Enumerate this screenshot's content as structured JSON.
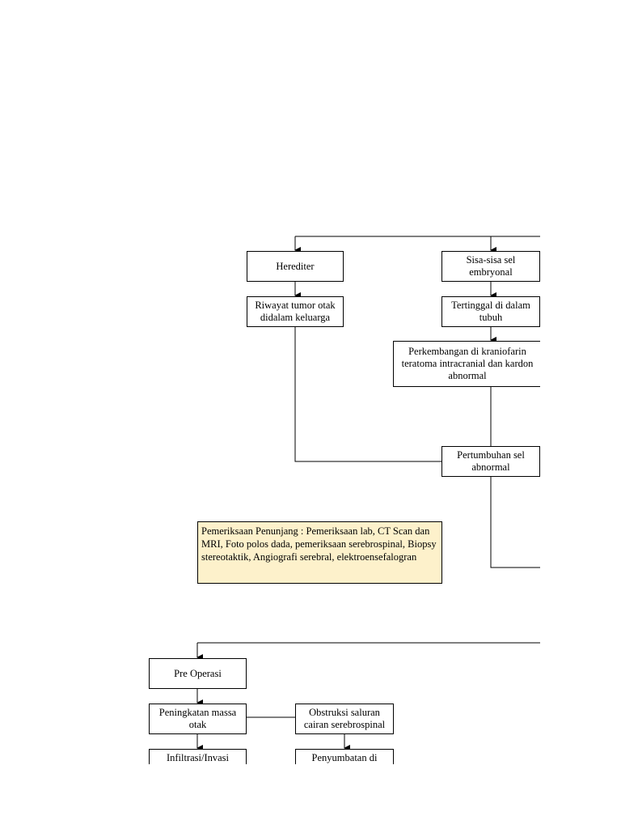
{
  "colors": {
    "note_background": "#fdf1cb",
    "line": "#000000"
  },
  "boxes": {
    "herediter": "Herediter",
    "sisa_sel": "Sisa-sisa sel\nembryonal",
    "riwayat": "Riwayat tumor otak\ndidalam keluarga",
    "tertinggal": "Tertinggal di dalam\ntubuh",
    "perkembangan": "Perkembangan di kraniofarin\nteratoma intracranial dan kardon\nabnormal",
    "pertumbuhan": "Pertumbuhan sel\nabnormal",
    "pre_operasi": "Pre Operasi",
    "peningkatan": "Peningkatan massa\notak",
    "obstruksi": "Obstruksi saluran\ncairan serebrospinal",
    "infiltrasi": "Infiltrasi/Invasi",
    "penyumbatan": "Penyumbatan di"
  },
  "note": {
    "text": "Pemeriksaan Penunjang : Pemeriksaan lab, CT Scan dan MRI, Foto polos dada, pemeriksaan serebrospinal, Biopsy stereotaktik, Angiografi serebral, elektroensefalogran"
  }
}
